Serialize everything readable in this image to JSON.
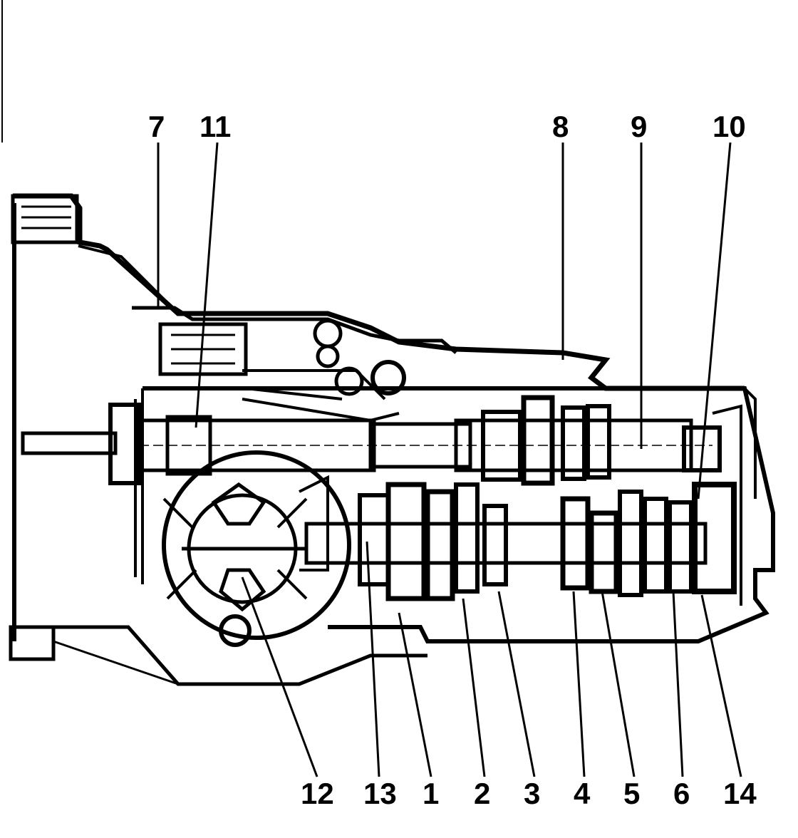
{
  "figure": {
    "ink_color": "#000000",
    "paper_color": "#ffffff",
    "callouts_top": [
      "7",
      "11",
      "8",
      "9",
      "10"
    ],
    "callouts_bottom": [
      "12",
      "13",
      "1",
      "2",
      "3",
      "4",
      "5",
      "6",
      "14"
    ]
  }
}
